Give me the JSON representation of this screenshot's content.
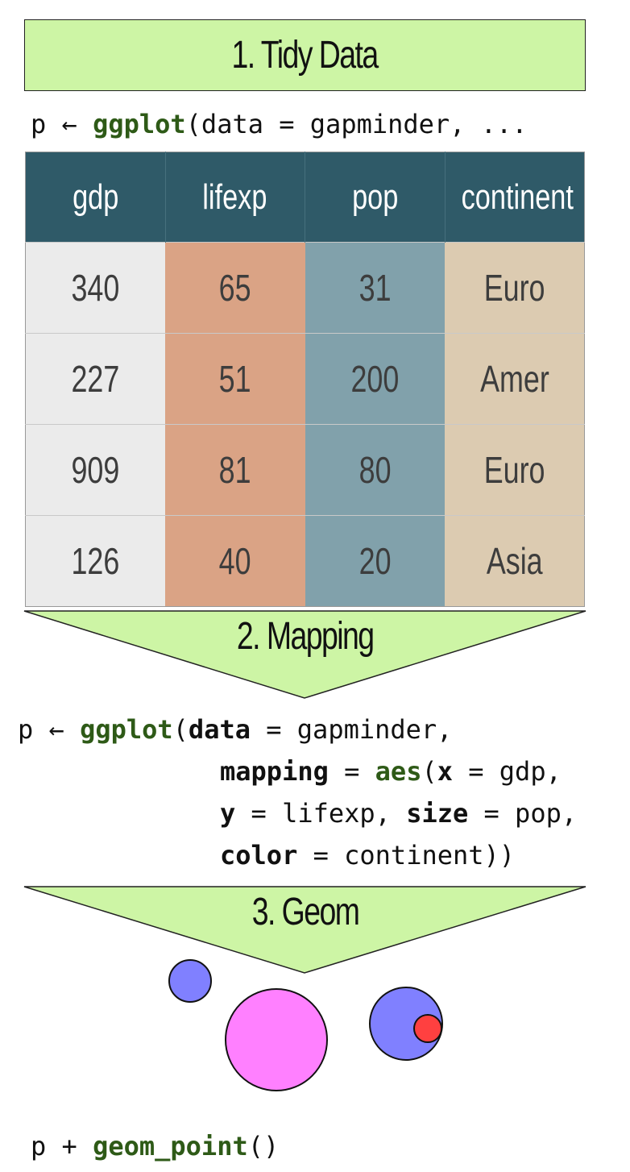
{
  "step1": {
    "title": "1. Tidy Data"
  },
  "code1": {
    "prefix": "p ← ",
    "fn": "ggplot",
    "rest": "(data = gapminder, ..."
  },
  "table": {
    "headers": [
      "gdp",
      "lifexp",
      "pop",
      "continent"
    ],
    "rows": [
      [
        "340",
        "65",
        "31",
        "Euro"
      ],
      [
        "227",
        "51",
        "200",
        "Amer"
      ],
      [
        "909",
        "81",
        "80",
        "Euro"
      ],
      [
        "126",
        "40",
        "20",
        "Asia"
      ]
    ],
    "column_colors": [
      "#ebebeb",
      "#daa385",
      "#81a1ab",
      "#dccbb1"
    ],
    "header_color": "#2f5a68"
  },
  "step2": {
    "title": "2. Mapping"
  },
  "code2": {
    "l1_prefix": "p ← ",
    "l1_fn": "ggplot",
    "l1_paren": "(",
    "l1_kw": "data",
    "l1_rest": " = gapminder,",
    "l2_kw": "mapping",
    "l2_eq": " = ",
    "l2_fn": "aes",
    "l2_paren": "(",
    "l2_kw2": "x",
    "l2_rest": " = gdp,",
    "l3_kw": "y",
    "l3_mid": " = lifexp, ",
    "l3_kw2": "size",
    "l3_rest": " = pop,",
    "l4_kw": "color",
    "l4_rest": " = continent))"
  },
  "step3": {
    "title": "3. Geom"
  },
  "points": [
    {
      "color": "#8080ff"
    },
    {
      "color": "#ff80ff"
    },
    {
      "color": "#8080ff"
    },
    {
      "color": "#ff4040"
    }
  ],
  "code3": {
    "prefix": "p + ",
    "fn": "geom_point",
    "rest": "()"
  },
  "colors": {
    "accent_green": "#cdf5a5",
    "fn_green": "#2e5a17"
  }
}
